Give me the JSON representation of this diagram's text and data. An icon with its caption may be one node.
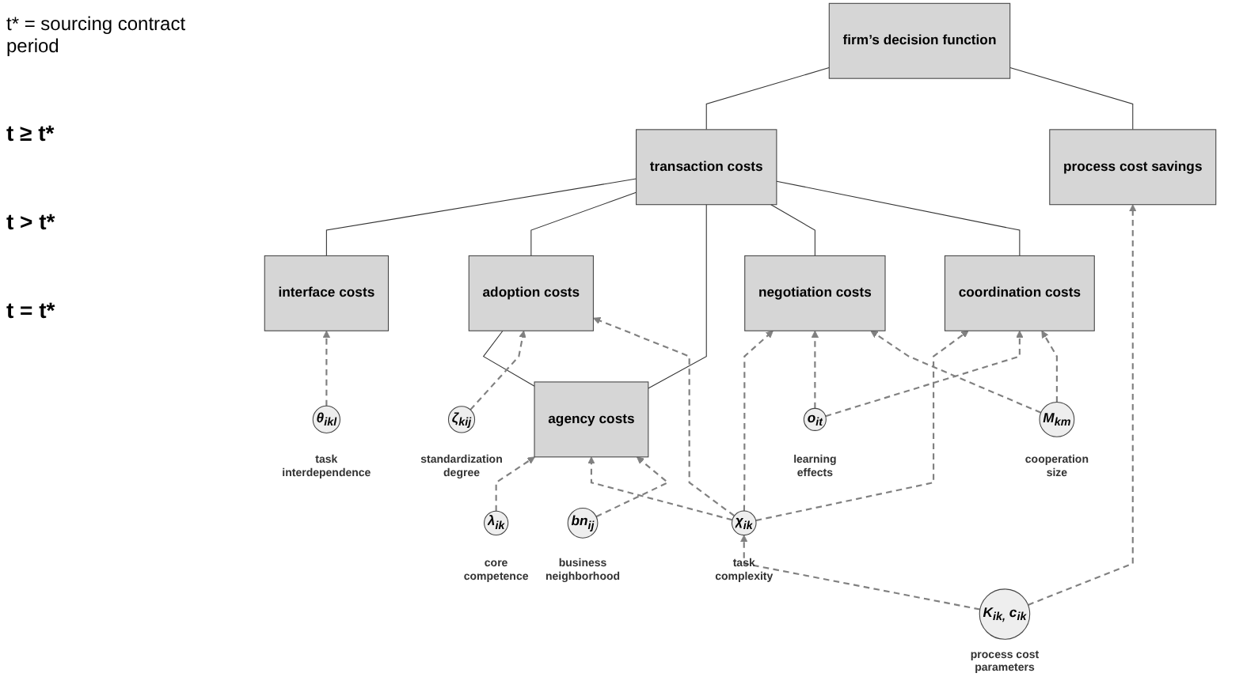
{
  "diagram": {
    "nodes": [
      {
        "text": [
          "firm’s decision function"
        ]
      },
      {
        "text": [
          "transaction costs"
        ]
      },
      {
        "text": [
          "process cost savings"
        ]
      },
      {
        "text": [
          "interface costs"
        ]
      },
      {
        "text": [
          "agency costs"
        ]
      },
      {
        "text": [
          "coordination costs"
        ]
      },
      {
        "text": [
          "adoption costs"
        ]
      },
      {
        "text": [
          "negotiation costs"
        ]
      },
      {
        "text": [
          "θ$_{ikl}$"
        ],
        "beside": [
          "task interdependence"
        ]
      },
      {
        "text": [
          "ζ$_{kij}$"
        ],
        "beside": [
          "standardization degree"
        ]
      },
      {
        "text": [
          "λ$_{ik}$"
        ],
        "beside": [
          "core competence"
        ]
      },
      {
        "text": [
          "K$_{ik,}$ c$_{ik}$"
        ],
        "beside": [
          "process cost parameters"
        ]
      },
      {
        "text": [
          "χ$_{ik}$"
        ],
        "beside": [
          "task complexity"
        ]
      },
      {
        "text": [
          "bn$_{ij}$"
        ],
        "beside": [
          "business neighborhood"
        ]
      },
      {
        "text": [
          "o$_{it}$"
        ],
        "beside": [
          "learning effects"
        ]
      },
      {
        "text": [
          "M$_{km}$"
        ],
        "beside": [
          "cooperation size"
        ]
      }
    ],
    "edges": [
      {
        "from": 0,
        "to": 1,
        "arrow": "none"
      },
      {
        "from": 0,
        "to": 2,
        "arrow": "none"
      },
      {
        "from": 1,
        "to": 3,
        "arrow": "none"
      },
      {
        "from": 1,
        "to": 6,
        "arrow": "none"
      },
      {
        "from": 1,
        "to": 4,
        "arrow": "none"
      },
      {
        "from": 1,
        "to": 7,
        "arrow": "none"
      },
      {
        "from": 1,
        "to": 5,
        "arrow": "none"
      },
      {
        "from": 6,
        "to": 4,
        "arrow": "none"
      },
      {
        "from": 8,
        "to": 3,
        "arrow": "to",
        "style": "dashed",
        "color": "#808080"
      },
      {
        "from": 9,
        "to": 6,
        "arrow": "to",
        "style": "dashed",
        "color": "#808080"
      },
      {
        "from": 10,
        "to": 4,
        "arrow": "to",
        "style": "dashed",
        "color": "#808080"
      },
      {
        "from": 11,
        "to": 2,
        "arrow": "to",
        "style": "dashed",
        "color": "#808080"
      },
      {
        "from": 11,
        "to": 12,
        "arrow": "to",
        "style": "dashed",
        "color": "#808080"
      },
      {
        "from": 12,
        "to": 6,
        "arrow": "to",
        "style": "dashed",
        "color": "#808080"
      },
      {
        "from": 12,
        "to": 4,
        "arrow": "to",
        "style": "dashed",
        "color": "#808080"
      },
      {
        "from": 12,
        "to": 5,
        "arrow": "to",
        "style": "dashed",
        "color": "#808080"
      },
      {
        "from": 12,
        "to": 7,
        "arrow": "to",
        "style": "dashed",
        "color": "#808080"
      },
      {
        "from": 13,
        "to": 4,
        "arrow": "to",
        "style": "dashed",
        "color": "#808080"
      },
      {
        "from": 14,
        "to": 7,
        "arrow": "to",
        "style": "dashed",
        "color": "#808080"
      },
      {
        "from": 14,
        "to": 5,
        "arrow": "to",
        "style": "dashed",
        "color": "#808080"
      },
      {
        "from": 15,
        "to": 7,
        "arrow": "to",
        "style": "dashed",
        "color": "#808080"
      },
      {
        "from": 15,
        "to": 5,
        "arrow": "to",
        "style": "dashed",
        "color": "#808080"
      }
    ],
    "labels": [
      "t* = sourcing contract period",
      "t ≥ t*",
      "t > t*",
      "t = t*"
    ]
  }
}
